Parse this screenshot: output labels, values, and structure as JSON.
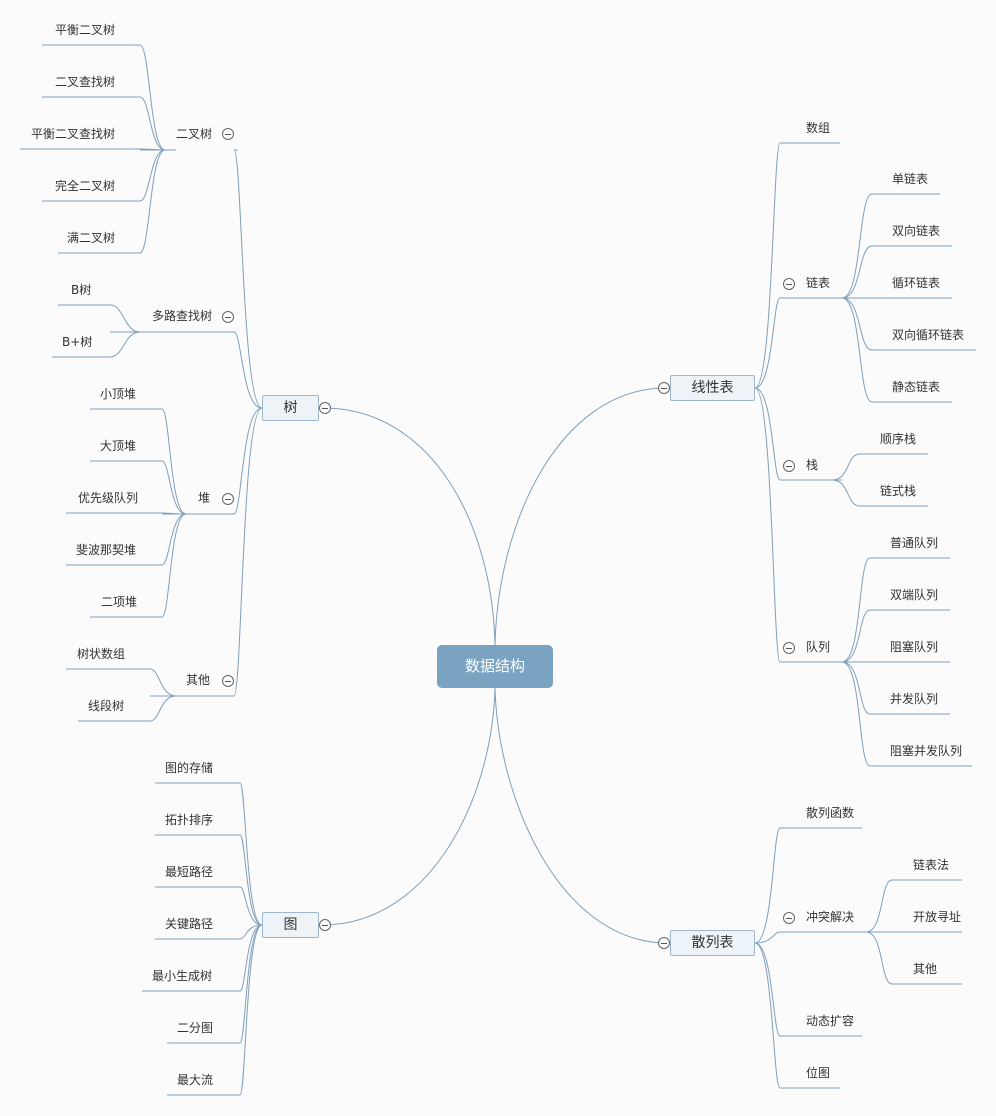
{
  "root": "数据结构",
  "tree": {
    "label": "树",
    "binary": {
      "label": "二叉树",
      "items": [
        "平衡二叉树",
        "二叉查找树",
        "平衡二叉查找树",
        "完全二叉树",
        "满二叉树"
      ]
    },
    "multi": {
      "label": "多路查找树",
      "items": [
        "B树",
        "B+树"
      ]
    },
    "heap": {
      "label": "堆",
      "items": [
        "小顶堆",
        "大顶堆",
        "优先级队列",
        "斐波那契堆",
        "二项堆"
      ]
    },
    "other": {
      "label": "其他",
      "items": [
        "树状数组",
        "线段树"
      ]
    }
  },
  "graph": {
    "label": "图",
    "items": [
      "图的存储",
      "拓扑排序",
      "最短路径",
      "关键路径",
      "最小生成树",
      "二分图",
      "最大流"
    ]
  },
  "linear": {
    "label": "线性表",
    "array": "数组",
    "list": {
      "label": "链表",
      "items": [
        "单链表",
        "双向链表",
        "循环链表",
        "双向循环链表",
        "静态链表"
      ]
    },
    "stack": {
      "label": "栈",
      "items": [
        "顺序栈",
        "链式栈"
      ]
    },
    "queue": {
      "label": "队列",
      "items": [
        "普通队列",
        "双端队列",
        "阻塞队列",
        "并发队列",
        "阻塞并发队列"
      ]
    }
  },
  "hash": {
    "label": "散列表",
    "func": "散列函数",
    "conflict": {
      "label": "冲突解决",
      "items": [
        "链表法",
        "开放寻址",
        "其他"
      ]
    },
    "expand": "动态扩容",
    "bitmap": "位图"
  },
  "colors": {
    "line": "#7f9fbb",
    "root": "#7aa3c2",
    "box": "#eef3f8",
    "border": "#9fb7cc"
  }
}
